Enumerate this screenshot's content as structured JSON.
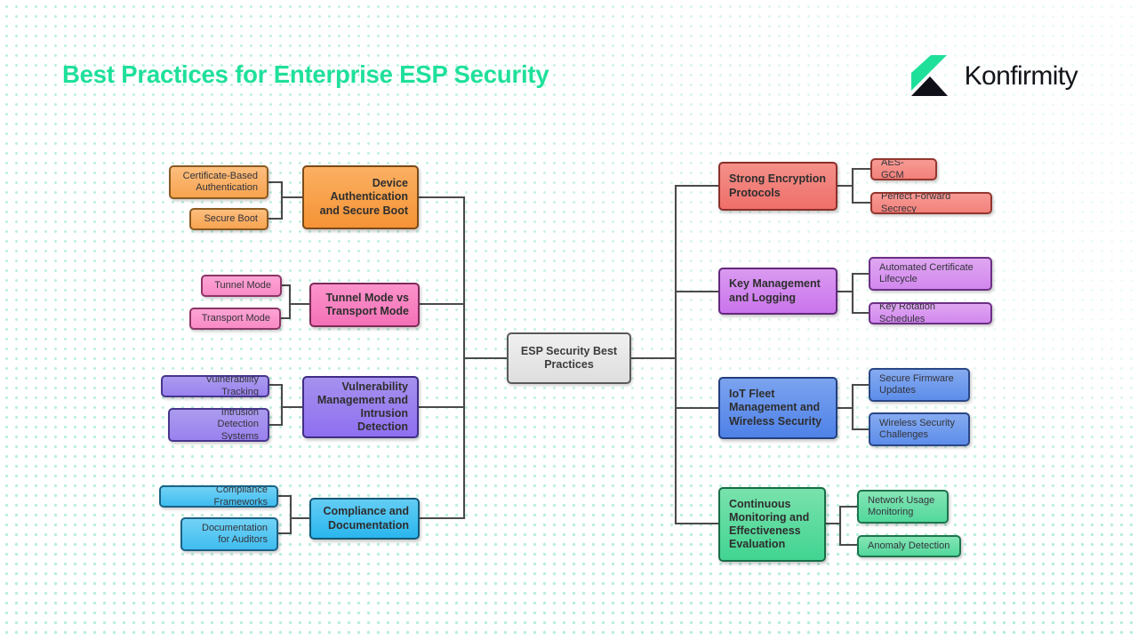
{
  "header": {
    "title": "Best Practices for Enterprise ESP Security",
    "title_color": "#1fe09a",
    "brand_name": "Konfirmity",
    "brand_mark_icon": "konfirmity-k-logo-icon",
    "brand_mark_green": "#1fe09a",
    "brand_mark_black": "#101018"
  },
  "diagram": {
    "type": "mind-map",
    "root": {
      "label": "ESP Security Best Practices",
      "fill": "#e6e6e6",
      "stroke": "#595959"
    },
    "left_branches": [
      {
        "label": "Device Authentication and Secure Boot",
        "color": "#f59336",
        "children": [
          {
            "label": "Certificate-Based Authentication"
          },
          {
            "label": "Secure Boot"
          }
        ]
      },
      {
        "label": "Tunnel Mode vs Transport Mode",
        "color": "#f471b7",
        "children": [
          {
            "label": "Tunnel Mode"
          },
          {
            "label": "Transport Mode"
          }
        ]
      },
      {
        "label": "Vulnerability Management and Intrusion Detection",
        "color": "#8f6ff0",
        "children": [
          {
            "label": "Vulnerability Tracking"
          },
          {
            "label": "Intrusion Detection Systems"
          }
        ]
      },
      {
        "label": "Compliance and Documentation",
        "color": "#2ab6ee",
        "children": [
          {
            "label": "Compliance Frameworks"
          },
          {
            "label": "Documentation for Auditors"
          }
        ]
      }
    ],
    "right_branches": [
      {
        "label": "Strong Encryption Protocols",
        "color": "#ef6f6a",
        "children": [
          {
            "label": "AES-GCM"
          },
          {
            "label": "Perfect Forward Secrecy"
          }
        ]
      },
      {
        "label": "Key Management and Logging",
        "color": "#ca74ec",
        "children": [
          {
            "label": "Automated Certificate Lifecycle"
          },
          {
            "label": "Key Rotation Schedules"
          }
        ]
      },
      {
        "label": "IoT Fleet Management and Wireless Security",
        "color": "#4f82e8",
        "children": [
          {
            "label": "Secure Firmware Updates"
          },
          {
            "label": "Wireless Security Challenges"
          }
        ]
      },
      {
        "label": "Continuous Monitoring and Effectiveness Evaluation",
        "color": "#42d492",
        "children": [
          {
            "label": "Network Usage Monitoring"
          },
          {
            "label": "Anomaly Detection"
          }
        ]
      }
    ]
  }
}
